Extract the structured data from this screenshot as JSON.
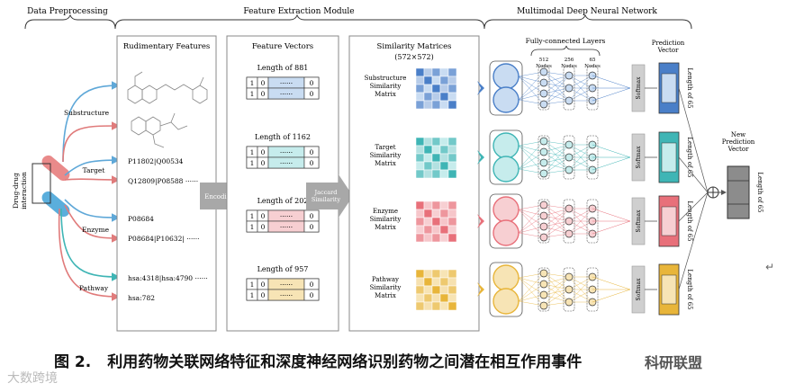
{
  "sections": {
    "preprocessing": "Data Preprocessing",
    "feature_extraction": "Feature Extraction Module",
    "mdnn": "Multimodal Deep Neural Network"
  },
  "left": {
    "ddi_label_1": "Drug-drug",
    "ddi_label_2": "interaction",
    "substructure": "Substructure",
    "target": "Target",
    "enzyme": "Enzyme",
    "pathway": "Pathway"
  },
  "rudimentary": {
    "title": "Rudimentary Features",
    "target_line1": "P11802|Q00534",
    "target_line2": "Q12809|P08588 ······",
    "enzyme_line1": "P08684",
    "enzyme_line2": "P08684|P10632| ······",
    "pathway_line1": "hsa:4318|hsa:4790 ······",
    "pathway_line2": "hsa:782"
  },
  "feature_vectors": {
    "title": "Feature Vectors",
    "lengths": [
      "Length of 881",
      "Length of 1162",
      "Length of 202",
      "Length of 957"
    ],
    "cells": [
      "1",
      "0",
      "······",
      "0"
    ],
    "cells_row2": [
      "1",
      "0",
      "······",
      "0"
    ]
  },
  "arrows": {
    "encoding": "Encoding",
    "jaccard_1": "Jaccard",
    "jaccard_2": "Similarity"
  },
  "similarity": {
    "title": "Similarity Matrices",
    "size": "(572×572)",
    "labels": [
      [
        "Substructure",
        "Similarity",
        "Matrix"
      ],
      [
        "Target",
        "Similarity",
        "Matrix"
      ],
      [
        "Enzyme",
        "Similarity",
        "Matrix"
      ],
      [
        "Pathway",
        "Similarity",
        "Matrix"
      ]
    ]
  },
  "network": {
    "fc_title": "Fully-connected Layers",
    "nodes": [
      "512",
      "256",
      "65"
    ],
    "nodes_word": "Nodes",
    "softmax": "Softmax",
    "prediction_vector_1": "Prediction",
    "prediction_vector_2": "Vector",
    "length65": "Length of 65",
    "new_pred_1": "New",
    "new_pred_2": "Prediction",
    "new_pred_3": "Vector"
  },
  "caption": {
    "fig": "图 2.",
    "text": "利用药物关联网络特征和深度神经网络识别药物之间潜在相互作用事件"
  },
  "watermarks": {
    "left": "大数跨境",
    "right": "科研联盟"
  },
  "para_mark": "↵",
  "colors": {
    "substructure": "#4a7fc8",
    "target": "#3fb5b5",
    "enzyme": "#e8707a",
    "pathway": "#e8b53a",
    "arrow_gray": "#9b9b9b"
  }
}
